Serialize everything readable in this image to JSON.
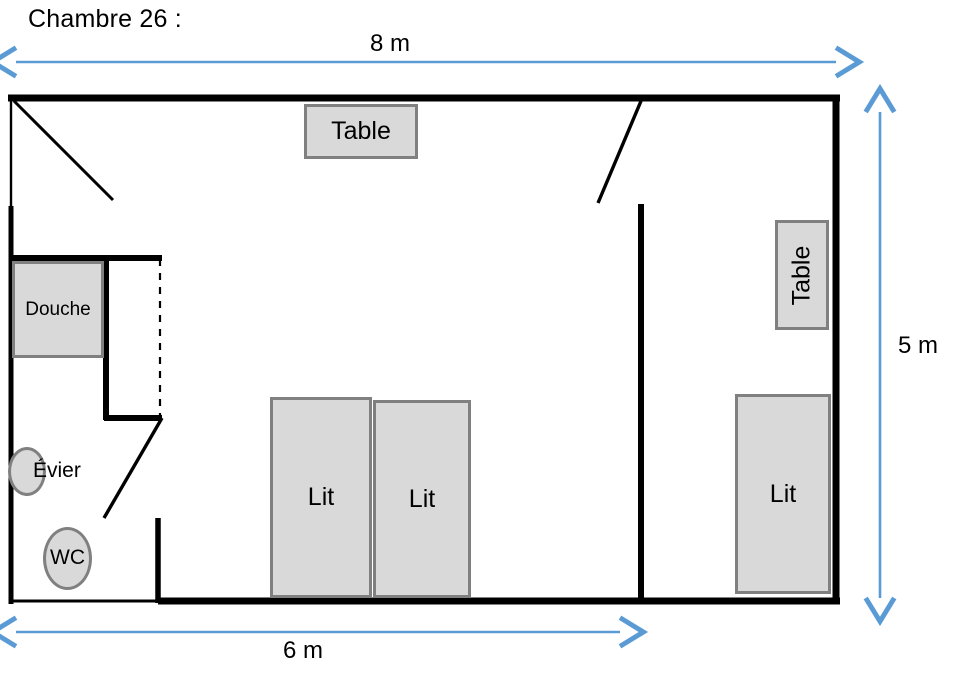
{
  "title": "Chambre 26 :",
  "colors": {
    "wall": "#000000",
    "furniture_fill": "#d9d9d9",
    "furniture_border": "#808080",
    "dimension_arrow": "#5b9bd5",
    "background": "#ffffff"
  },
  "dimensions": {
    "top": {
      "label": "8 m",
      "value": 8,
      "unit": "m",
      "orientation": "horizontal",
      "arrow": "double"
    },
    "bottom": {
      "label": "6 m",
      "value": 6,
      "unit": "m",
      "orientation": "horizontal",
      "arrow": "double"
    },
    "right": {
      "label": "5 m",
      "value": 5,
      "unit": "m",
      "orientation": "vertical",
      "arrow": "double"
    }
  },
  "furniture": {
    "table_top": {
      "label": "Table",
      "orientation": "horizontal"
    },
    "table_right": {
      "label": "Table",
      "orientation": "vertical"
    },
    "bed_left": {
      "label": "Lit"
    },
    "bed_middle": {
      "label": "Lit"
    },
    "bed_right": {
      "label": "Lit"
    },
    "shower": {
      "label": "Douche"
    }
  },
  "fixtures": {
    "sink": {
      "label": "Évier",
      "shape": "oval"
    },
    "toilet": {
      "label": "WC",
      "shape": "oval"
    }
  },
  "chart_data": {
    "type": "diagram",
    "title": "Chambre 26 :",
    "subtype": "floor-plan",
    "room_dimensions": {
      "top_width_m": 8,
      "bottom_width_m": 6,
      "height_m": 5
    },
    "items": [
      {
        "name": "Table",
        "kind": "table",
        "zone": "top-wall"
      },
      {
        "name": "Table",
        "kind": "table",
        "zone": "right-wall",
        "rotated": true
      },
      {
        "name": "Douche",
        "kind": "shower",
        "zone": "bathroom"
      },
      {
        "name": "Évier",
        "kind": "sink",
        "zone": "bathroom"
      },
      {
        "name": "WC",
        "kind": "toilet",
        "zone": "bathroom"
      },
      {
        "name": "Lit",
        "kind": "bed",
        "zone": "center-left"
      },
      {
        "name": "Lit",
        "kind": "bed",
        "zone": "center-right"
      },
      {
        "name": "Lit",
        "kind": "bed",
        "zone": "right-room"
      }
    ]
  }
}
